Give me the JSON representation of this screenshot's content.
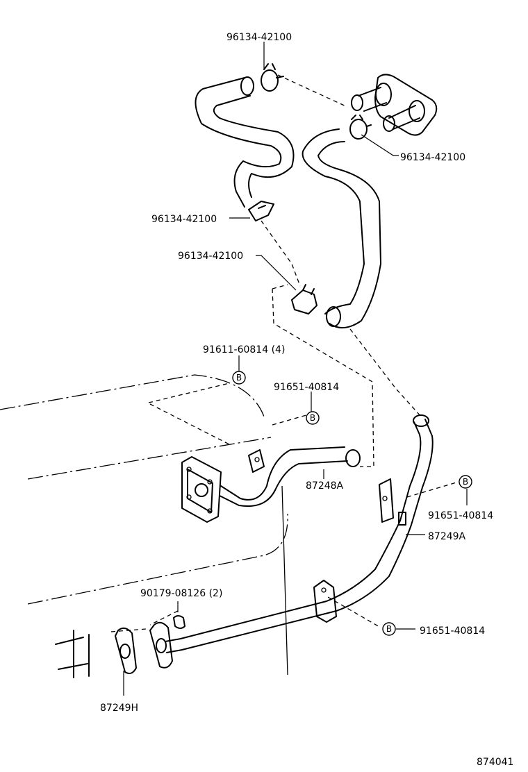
{
  "labels": {
    "clamp_top": "96134-42100",
    "clamp_right": "96134-42100",
    "clamp_mid_left": "96134-42100",
    "clamp_lower": "96134-42100",
    "bolt_plate": "91611-60814 (4)",
    "bolt_pipe_a": "91651-40814",
    "pipe_87248a": "87248A",
    "bolt_right": "91651-40814",
    "pipe_87249a": "87249A",
    "nut": "90179-08126 (2)",
    "bolt_bottom": "91651-40814",
    "gasket": "87249H",
    "diagram_code": "874041"
  },
  "markers": {
    "b": "B"
  }
}
